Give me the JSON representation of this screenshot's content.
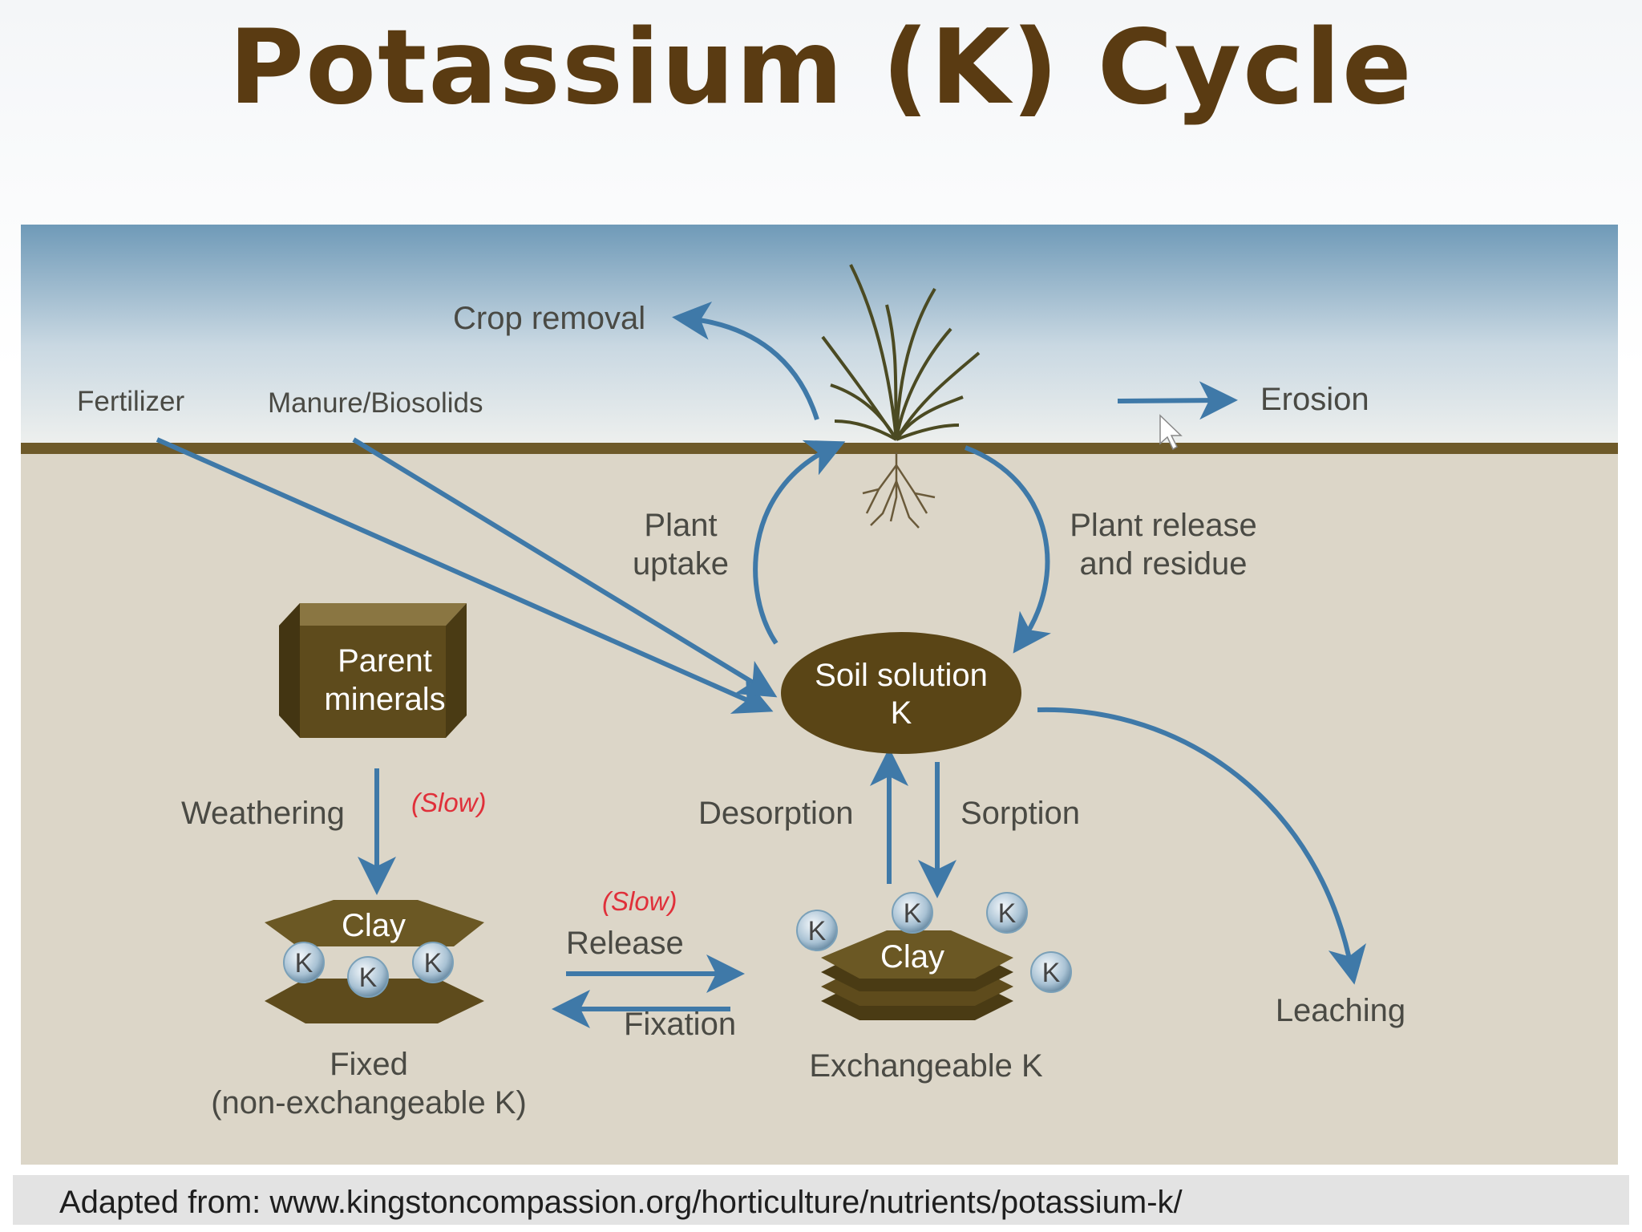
{
  "title": "Potassium (K) Cycle",
  "caption": "Adapted from: www.kingstoncompassion.org/horticulture/nutrients/potassium-k/",
  "colors": {
    "sky_top": "#6f9ab8",
    "soil": "#dcd6c8",
    "surface_line": "#6e5a2a",
    "box_brown": "#5e4b1c",
    "arrow_blue": "#3f79a8",
    "title_brown": "#5a3b12",
    "slow_red": "#e0303a"
  },
  "labels": {
    "crop_removal": "Crop removal",
    "fertilizer": "Fertilizer",
    "manure": "Manure/Biosolids",
    "erosion": "Erosion",
    "plant_uptake_1": "Plant",
    "plant_uptake_2": "uptake",
    "plant_release_1": "Plant release",
    "plant_release_2": "and residue",
    "parent_minerals_1": "Parent",
    "parent_minerals_2": "minerals",
    "soil_solution_1": "Soil solution",
    "soil_solution_2": "K",
    "weathering": "Weathering",
    "slow": "(Slow)",
    "desorption": "Desorption",
    "sorption": "Sorption",
    "release": "Release",
    "fixation": "Fixation",
    "clay": "Clay",
    "k": "K",
    "fixed_1": "Fixed",
    "fixed_2": "(non-exchangeable K)",
    "exchangeable": "Exchangeable K",
    "leaching": "Leaching"
  },
  "icons": [
    "plant-icon",
    "cursor-icon",
    "potassium-ion-icon"
  ]
}
